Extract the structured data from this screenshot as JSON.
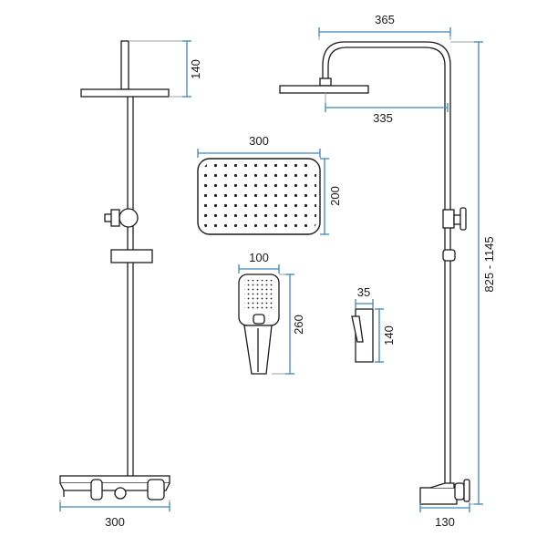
{
  "diagram": {
    "colors": {
      "outline": "#1a1a1a",
      "dimension_line": "#3e86b8",
      "leader_line": "#9aa3ad"
    },
    "labels": {
      "front_head_height": "140",
      "front_base_width": "300",
      "side_arm_reach": "365",
      "side_head_offset": "335",
      "side_total_height": "825 - 1145",
      "side_base_depth": "130",
      "head_width": "300",
      "head_depth": "200",
      "hand_width": "100",
      "hand_length": "260",
      "clip_width": "35",
      "clip_height": "140"
    },
    "views": {
      "front": {
        "icon": "shower-column-front-icon"
      },
      "side": {
        "icon": "shower-column-side-icon"
      },
      "head": {
        "icon": "rain-shower-head-icon"
      },
      "hand": {
        "icon": "hand-shower-icon"
      },
      "clip": {
        "icon": "wall-bracket-icon"
      }
    }
  }
}
